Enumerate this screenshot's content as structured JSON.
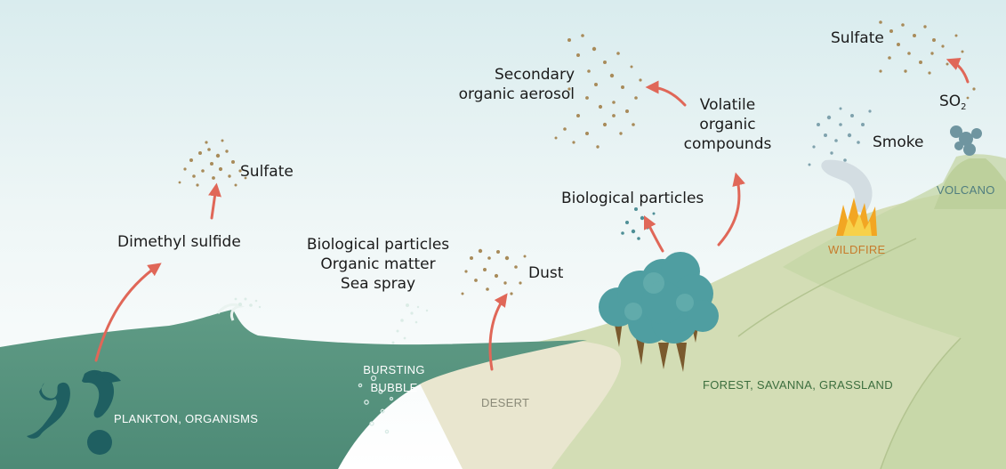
{
  "labels": {
    "sulfate_left": "Sulfate",
    "dimethyl_sulfide": "Dimethyl sulfide",
    "ocean_sources": [
      "Biological particles",
      "Organic matter",
      "Sea spray"
    ],
    "dust": "Dust",
    "secondary_organic": [
      "Secondary",
      "organic aerosol"
    ],
    "volatile_organic": [
      "Volatile",
      "organic",
      "compounds"
    ],
    "biological_particles": "Biological particles",
    "smoke": "Smoke",
    "sulfate_right": "Sulfate",
    "so2": "SO",
    "so2_subscript": "2"
  },
  "captions": {
    "plankton": "PLANKTON, ORGANISMS",
    "bursting_bubble": [
      "BURSTING",
      "BUBBLE"
    ],
    "desert": "DESERT",
    "forest": "FOREST, SAVANNA, GRASSLAND",
    "wildfire": "WILDFIRE",
    "volcano": "VOLCANO"
  },
  "colors": {
    "sky_top": "#d9ecee",
    "ocean": "#5f9b85",
    "desert": "#e9e6cf",
    "grassland": "#d3ddb5",
    "hill": "#c4d5a5",
    "arrow": "#e06758",
    "particle": "#a88b5a",
    "smoke_particle": "#7fa2ad",
    "tree": "#4f9ea1",
    "plankton": "#1f5f61",
    "caption_light": "#ffffff",
    "caption_desert": "#8a8a78",
    "caption_forest": "#3c6e3e",
    "caption_wildfire": "#c77b2b",
    "caption_volcano": "#4f7d7f"
  }
}
